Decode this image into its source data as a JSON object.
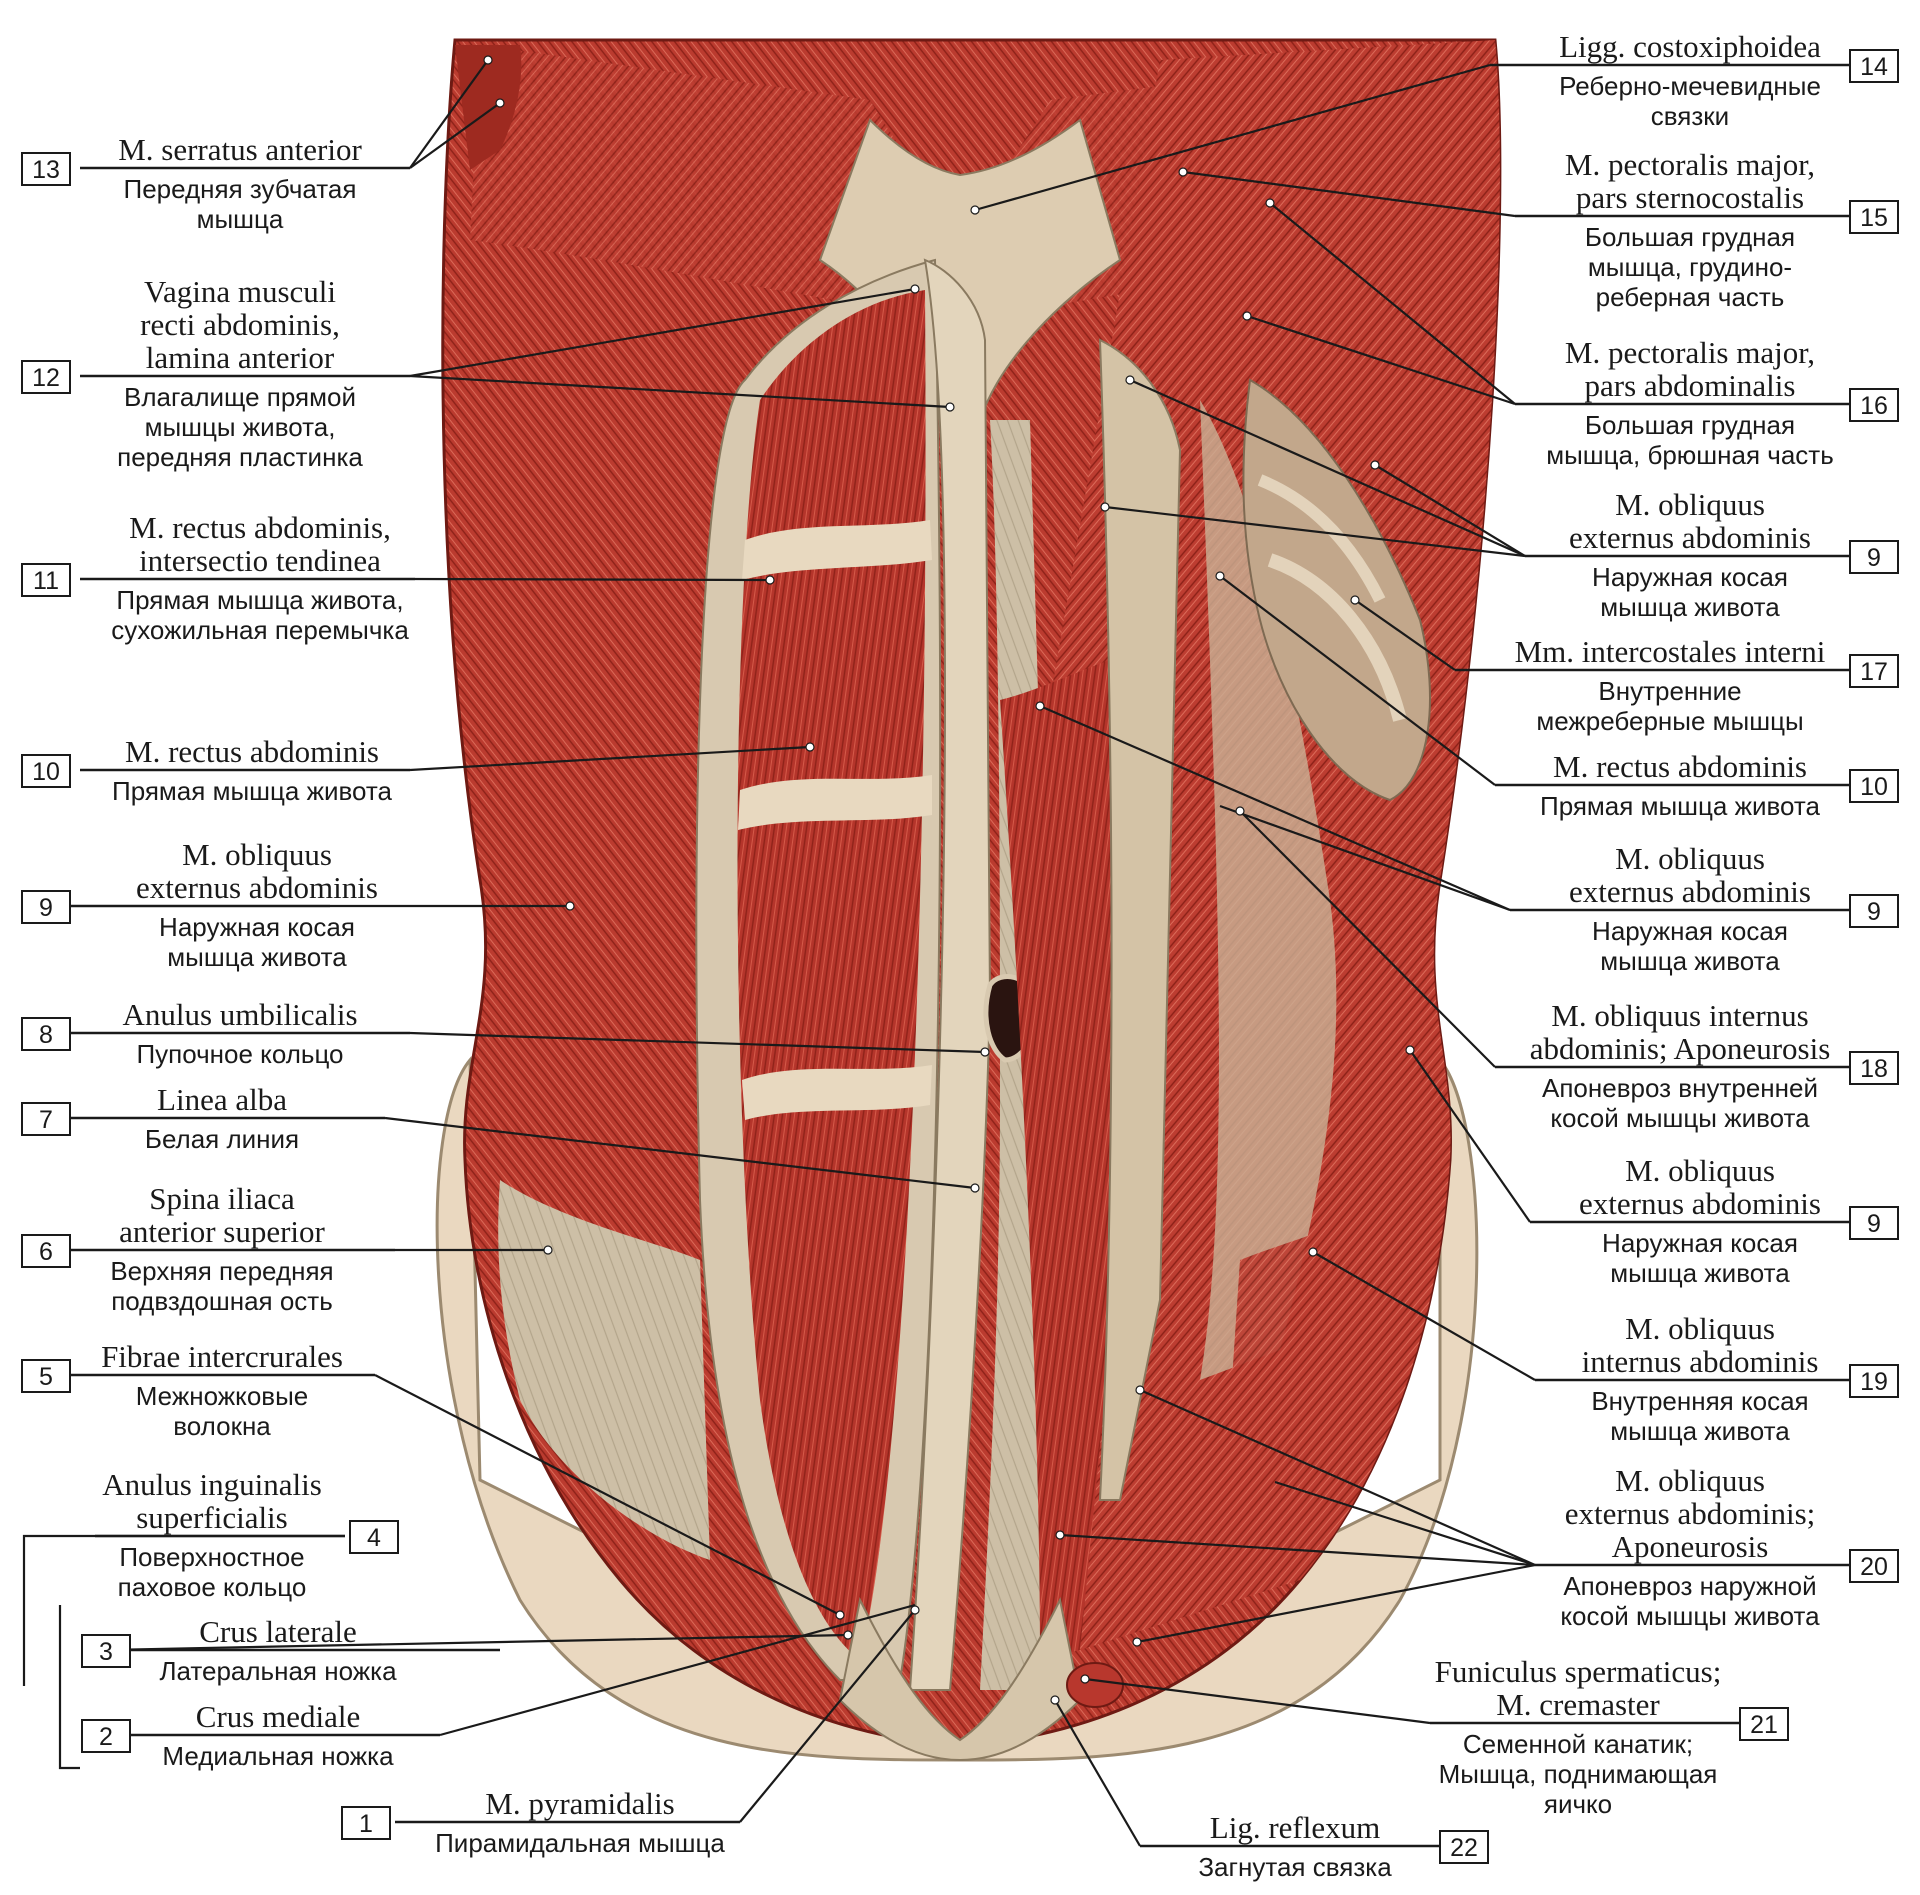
{
  "labels": [
    {
      "num": "13",
      "latin": [
        "M. serratus anterior"
      ],
      "russian": [
        "Передняя зубчатая",
        "мышца"
      ]
    },
    {
      "num": "12",
      "latin": [
        "Vagina musculi",
        "recti abdominis,",
        "lamina anterior"
      ],
      "russian": [
        "Влагалище прямой",
        "мышцы живота,",
        "передняя пластинка"
      ]
    },
    {
      "num": "11",
      "latin": [
        "M. rectus abdominis,",
        "intersectio tendinea"
      ],
      "russian": [
        "Прямая мышца живота,",
        "сухожильная перемычка"
      ]
    },
    {
      "num": "10",
      "latin": [
        "M. rectus abdominis"
      ],
      "russian": [
        "Прямая мышца живота"
      ]
    },
    {
      "num": "9",
      "latin": [
        "M. obliquus",
        "externus abdominis"
      ],
      "russian": [
        "Наружная косая",
        "мышца живота"
      ]
    },
    {
      "num": "8",
      "latin": [
        "Anulus umbilicalis"
      ],
      "russian": [
        "Пупочное кольцо"
      ]
    },
    {
      "num": "7",
      "latin": [
        "Linea alba"
      ],
      "russian": [
        "Белая линия"
      ]
    },
    {
      "num": "6",
      "latin": [
        "Spina iliaca",
        "anterior superior"
      ],
      "russian": [
        "Верхняя передняя",
        "подвздошная ость"
      ]
    },
    {
      "num": "5",
      "latin": [
        "Fibrae intercrurales"
      ],
      "russian": [
        "Межножковые",
        "волокна"
      ]
    },
    {
      "num": "4",
      "latin": [
        "Anulus inguinalis",
        "superficialis"
      ],
      "russian": [
        "Поверхностное",
        "паховое кольцо"
      ]
    },
    {
      "num": "3",
      "latin": [
        "Crus laterale"
      ],
      "russian": [
        "Латеральная ножка"
      ]
    },
    {
      "num": "2",
      "latin": [
        "Crus mediale"
      ],
      "russian": [
        "Медиальная ножка"
      ]
    },
    {
      "num": "1",
      "latin": [
        "M. pyramidalis"
      ],
      "russian": [
        "Пирамидальная мышца"
      ]
    },
    {
      "num": "14",
      "latin": [
        "Ligg. costoxiphoidea"
      ],
      "russian": [
        "Реберно-мечевидные",
        "связки"
      ]
    },
    {
      "num": "15",
      "latin": [
        "M. pectoralis major,",
        "pars sternocostalis"
      ],
      "russian": [
        "Большая грудная",
        "мышца, грудино-",
        "реберная часть"
      ]
    },
    {
      "num": "16",
      "latin": [
        "M. pectoralis major,",
        "pars abdominalis"
      ],
      "russian": [
        "Большая грудная",
        "мышца, брюшная часть"
      ]
    },
    {
      "num": "9",
      "latin": [
        "M. obliquus",
        "externus abdominis"
      ],
      "russian": [
        "Наружная косая",
        "мышца живота"
      ]
    },
    {
      "num": "17",
      "latin": [
        "Mm. intercostales interni"
      ],
      "russian": [
        "Внутренние",
        "межреберные мышцы"
      ]
    },
    {
      "num": "10",
      "latin": [
        "M. rectus abdominis"
      ],
      "russian": [
        "Прямая мышца живота"
      ]
    },
    {
      "num": "9",
      "latin": [
        "M. obliquus",
        "externus abdominis"
      ],
      "russian": [
        "Наружная косая",
        "мышца живота"
      ]
    },
    {
      "num": "18",
      "latin": [
        "M. obliquus internus",
        "abdominis; Aponeurosis"
      ],
      "russian": [
        "Апоневроз внутренней",
        "косой мышцы живота"
      ]
    },
    {
      "num": "9",
      "latin": [
        "M. obliquus",
        "externus abdominis"
      ],
      "russian": [
        "Наружная косая",
        "мышца живота"
      ]
    },
    {
      "num": "19",
      "latin": [
        "M. obliquus",
        "internus abdominis"
      ],
      "russian": [
        "Внутренняя косая",
        "мышца живота"
      ]
    },
    {
      "num": "20",
      "latin": [
        "M. obliquus",
        "externus abdominis;",
        "Aponeurosis"
      ],
      "russian": [
        "Апоневроз наружной",
        "косой мышцы живота"
      ]
    },
    {
      "num": "21",
      "latin": [
        "Funiculus spermaticus;",
        "M. cremaster"
      ],
      "russian": [
        "Семенной канатик;",
        "Мышца, поднимающая",
        "яичко"
      ]
    },
    {
      "num": "22",
      "latin": [
        "Lig. reflexum"
      ],
      "russian": [
        "Загнутая связка"
      ]
    }
  ],
  "colors": {
    "muscle": "#b8372d",
    "muscle_light": "#d9604f",
    "aponeurosis": "#d8c9b0",
    "skin": "#ead8c0",
    "ink": "#1a1a1a"
  }
}
